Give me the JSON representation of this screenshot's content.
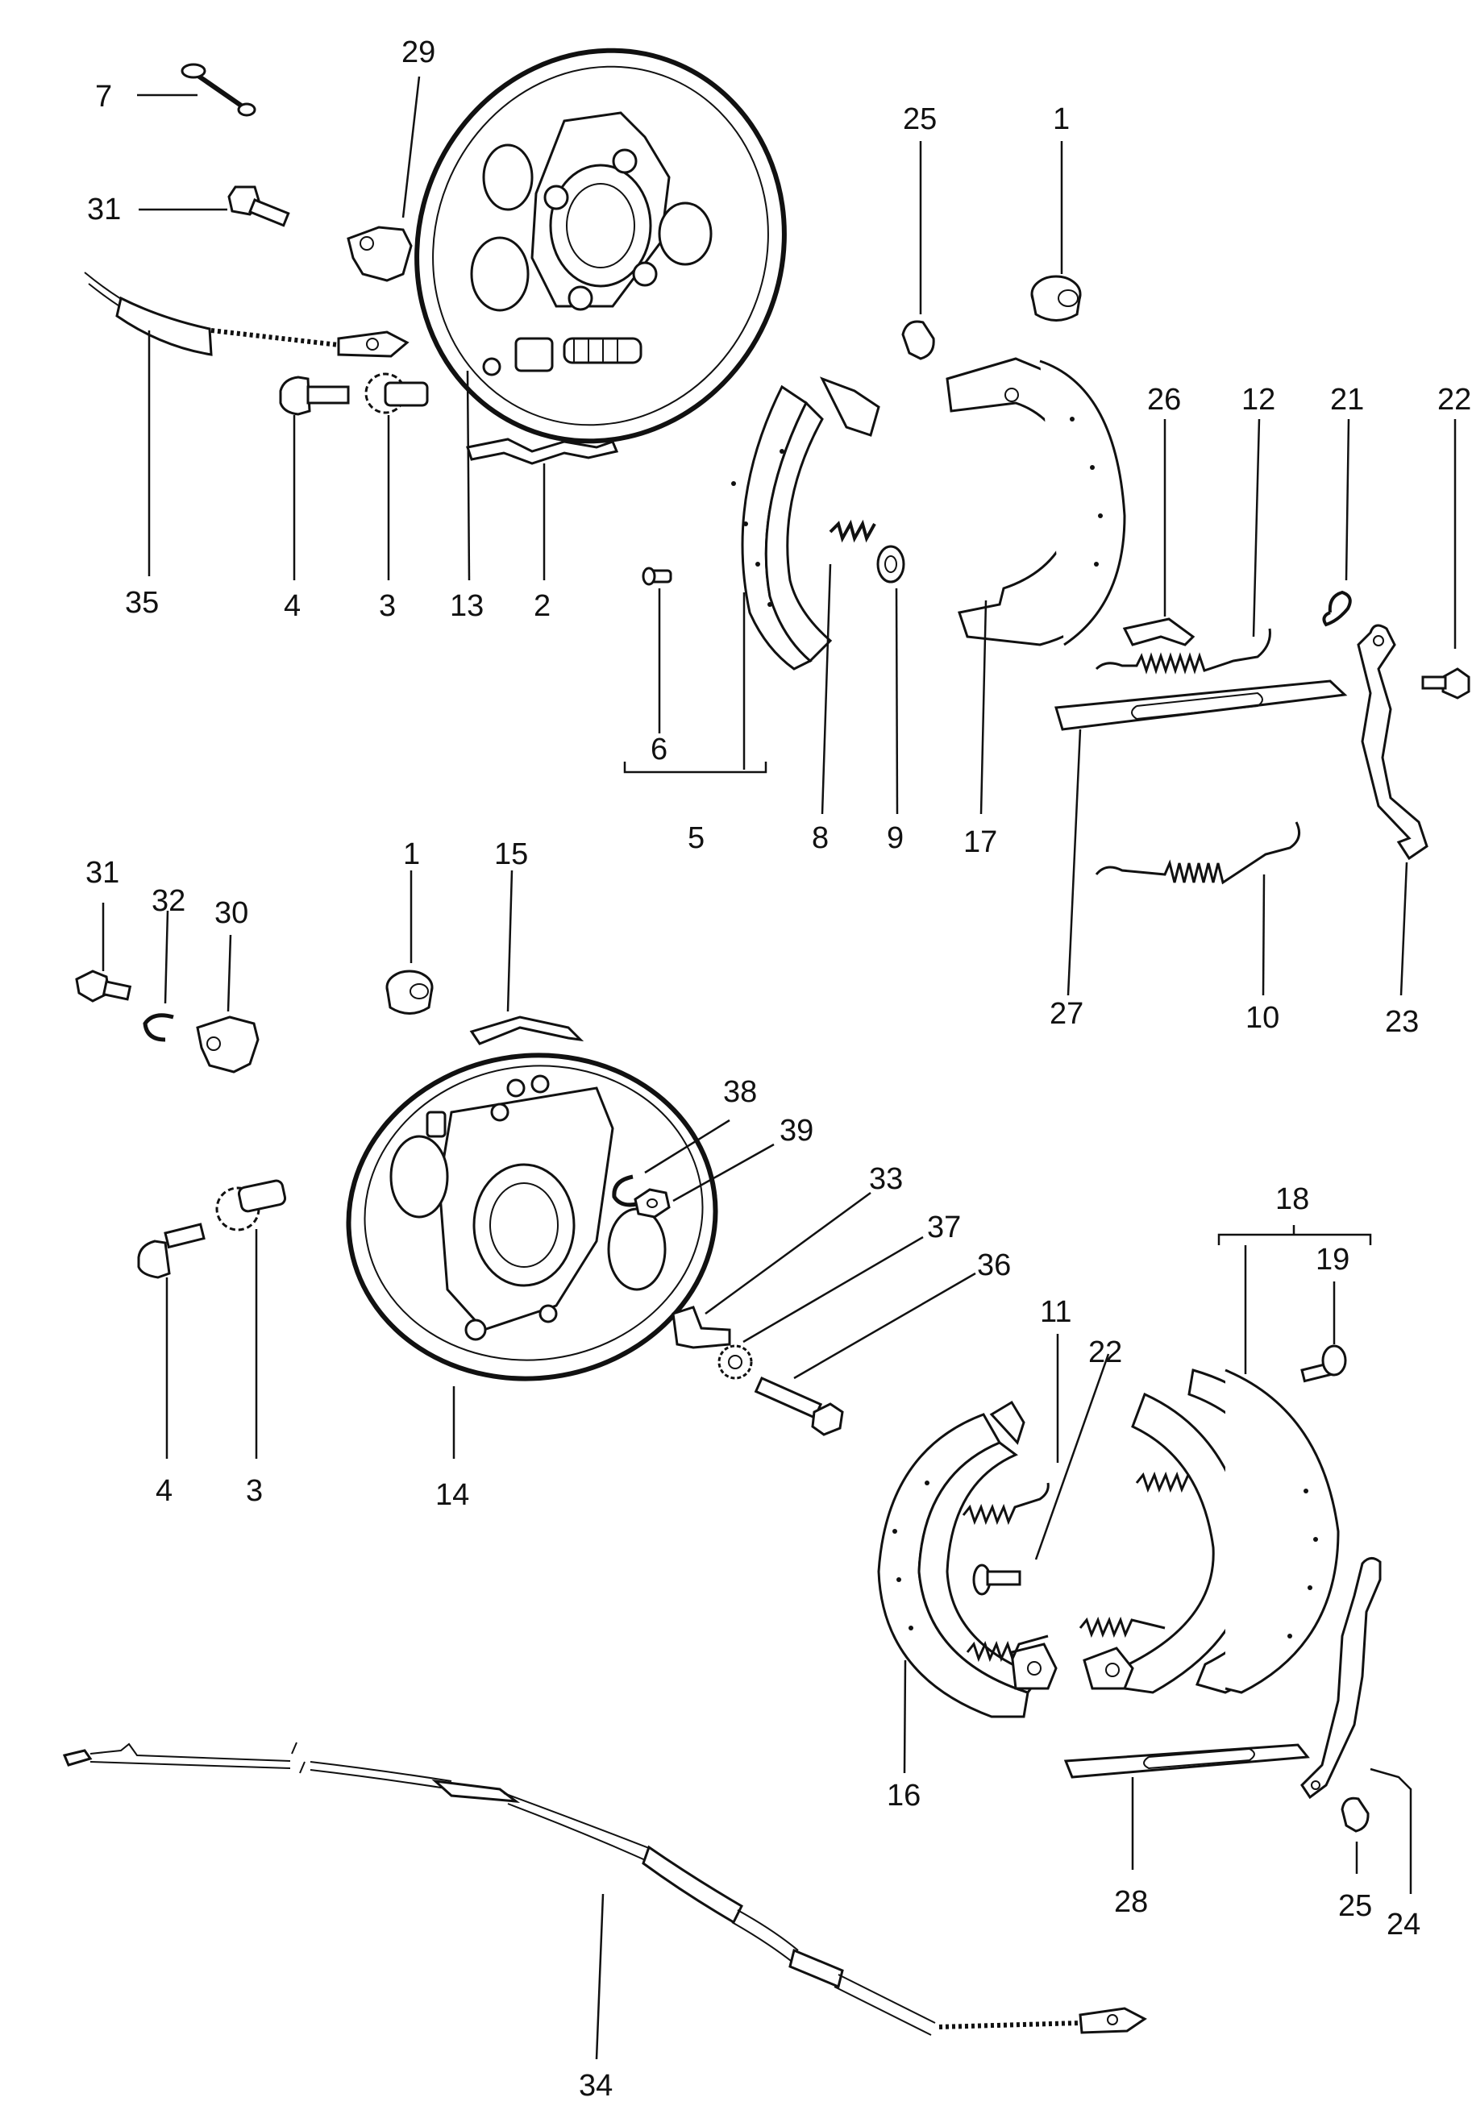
{
  "callouts": {
    "c_7": "7",
    "c_31a": "31",
    "c_29": "29",
    "c_35": "35",
    "c_4a": "4",
    "c_3a": "3",
    "c_13": "13",
    "c_2": "2",
    "c_25a": "25",
    "c_1a": "1",
    "c_6": "6",
    "c_5": "5",
    "c_8": "8",
    "c_9": "9",
    "c_17": "17",
    "c_26": "26",
    "c_12": "12",
    "c_21": "21",
    "c_22a": "22",
    "c_27": "27",
    "c_10": "10",
    "c_23": "23",
    "c_31b": "31",
    "c_32": "32",
    "c_30": "30",
    "c_1b": "1",
    "c_15": "15",
    "c_38": "38",
    "c_39": "39",
    "c_33": "33",
    "c_37": "37",
    "c_36": "36",
    "c_4b": "4",
    "c_3b": "3",
    "c_14": "14",
    "c_18": "18",
    "c_19": "19",
    "c_11": "11",
    "c_22b": "22",
    "c_16": "16",
    "c_28": "28",
    "c_25b": "25",
    "c_24": "24",
    "c_34": "34"
  }
}
